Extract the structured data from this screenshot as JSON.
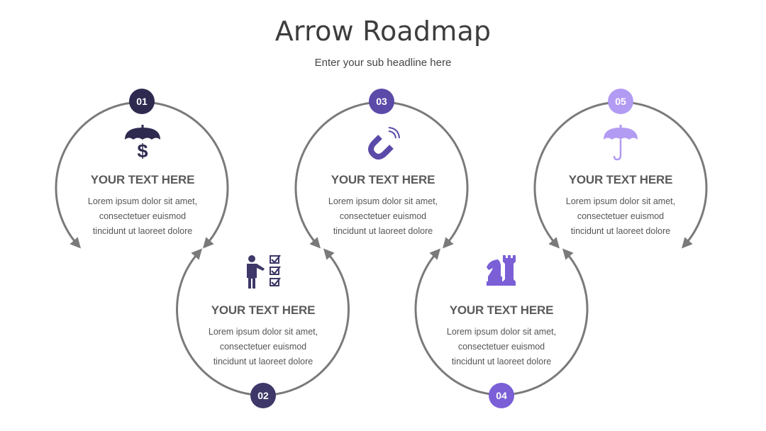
{
  "title": "Arrow Roadmap",
  "subtitle": "Enter your sub headline here",
  "colors": {
    "arc": "#7a7a7a",
    "step1": "#2e2a4f",
    "step2": "#3d3868",
    "step3": "#5b4aa8",
    "step4": "#7a5fd6",
    "step5": "#b29bf2"
  },
  "steps": [
    {
      "number": "01",
      "icon": "umbrella-dollar-icon",
      "heading": "YOUR TEXT HERE",
      "body_lines": [
        "Lorem ipsum dolor sit amet,",
        "consectetuer euismod",
        "tincidunt ut laoreet dolore"
      ]
    },
    {
      "number": "02",
      "icon": "presenter-checklist-icon",
      "heading": "YOUR TEXT HERE",
      "body_lines": [
        "Lorem ipsum dolor sit amet,",
        "consectetuer euismod",
        "tincidunt ut laoreet dolore"
      ]
    },
    {
      "number": "03",
      "icon": "magnet-icon",
      "heading": "YOUR TEXT HERE",
      "body_lines": [
        "Lorem ipsum dolor sit amet,",
        "consectetuer euismod",
        "tincidunt ut laoreet dolore"
      ]
    },
    {
      "number": "04",
      "icon": "chess-pieces-icon",
      "heading": "YOUR TEXT HERE",
      "body_lines": [
        "Lorem ipsum dolor sit amet,",
        "consectetuer euismod",
        "tincidunt ut laoreet dolore"
      ]
    },
    {
      "number": "05",
      "icon": "umbrella-icon",
      "heading": "YOUR TEXT HERE",
      "body_lines": [
        "Lorem ipsum dolor sit amet,",
        "consectetuer euismod",
        "tincidunt ut laoreet dolore"
      ]
    }
  ]
}
